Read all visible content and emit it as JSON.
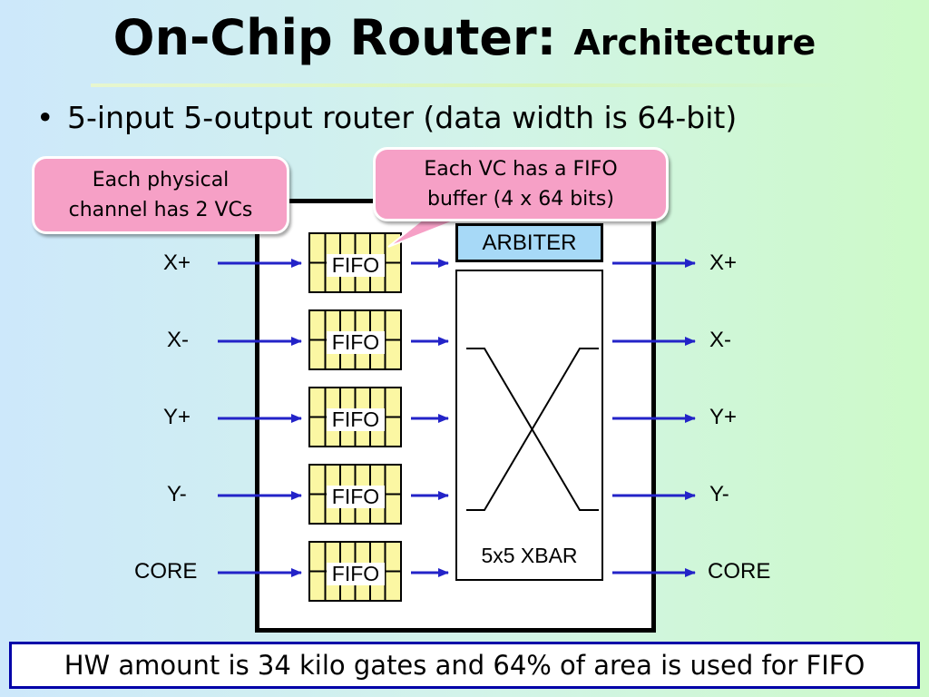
{
  "slide": {
    "title": "On-Chip Router:",
    "subtitle": "Architecture",
    "bullet": "5-input 5-output router (data width is 64-bit)",
    "footer": "HW amount is 34 kilo gates and 64% of area is used for FIFO"
  },
  "callouts": {
    "vcs_line1": "Each physical",
    "vcs_line2": "channel has 2 VCs",
    "fifo_line1": "Each VC has a FIFO",
    "fifo_line2": "buffer (4 x 64 bits)"
  },
  "inputs": [
    "X+",
    "X-",
    "Y+",
    "Y-",
    "CORE"
  ],
  "outputs": [
    "X+",
    "X-",
    "Y+",
    "Y-",
    "CORE"
  ],
  "fifo_label": "FIFO",
  "arbiter_label": "ARBITER",
  "xbar_label": "5x5 XBAR",
  "colors": {
    "arrow": "#2323c8",
    "fifo_fill": "#fbf7a3",
    "arbiter_fill": "#a7d9f7",
    "callout_fill": "#f6a0c6",
    "footer_border": "#0000a8"
  }
}
